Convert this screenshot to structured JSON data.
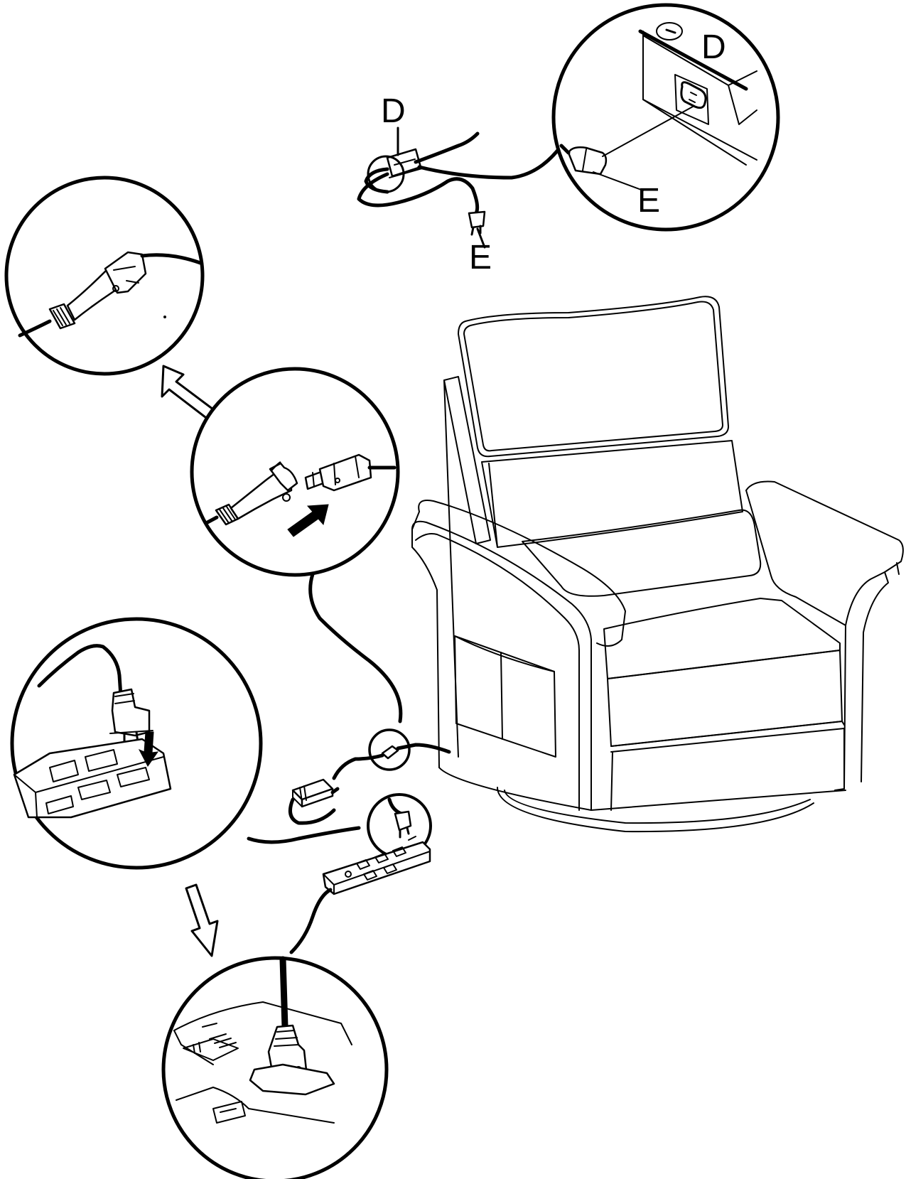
{
  "labels": {
    "part_d_main": "D",
    "part_e_main": "E",
    "part_d_detail": "D",
    "part_e_detail": "E"
  },
  "colors": {
    "line": "#000000",
    "background": "#ffffff"
  },
  "icons": {
    "arrow_up_left": "hollow-arrow-icon",
    "arrow_down": "hollow-arrow-icon",
    "arrow_insert": "solid-arrow-icon",
    "arrow_plug": "solid-arrow-icon"
  }
}
